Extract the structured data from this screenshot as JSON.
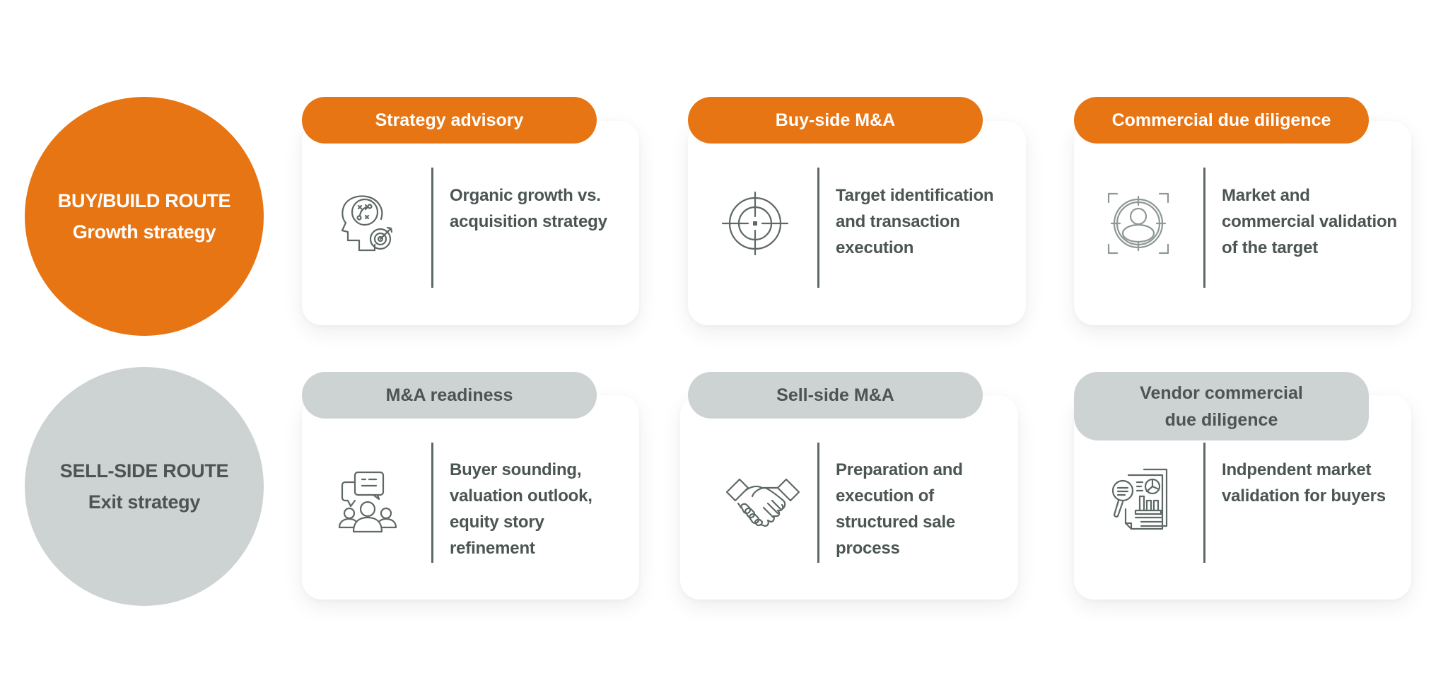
{
  "colors": {
    "accent_orange": "#E87514",
    "neutral_gray": "#CDD3D2",
    "text_dark": "#4B5553",
    "icon_stroke": "#5E6866",
    "card_bg": "#FFFFFF"
  },
  "routes": [
    {
      "id": "buy-build",
      "title": "BUY/BUILD ROUTE",
      "subtitle": "Growth strategy",
      "style": "orange",
      "services": [
        {
          "label": "Strategy advisory",
          "icon": "head-strategy-target-icon",
          "description": "Organic growth vs. acquisition strategy"
        },
        {
          "label": "Buy-side M&A",
          "icon": "crosshair-target-icon",
          "description": "Target identification and transaction execution"
        },
        {
          "label": "Commercial due diligence",
          "icon": "user-focus-target-icon",
          "description": "Market and commercial validation of the target"
        }
      ]
    },
    {
      "id": "sell-side",
      "title": "SELL-SIDE ROUTE",
      "subtitle": "Exit strategy",
      "style": "gray",
      "services": [
        {
          "label": "M&A readiness",
          "icon": "group-discussion-icon",
          "description": "Buyer sounding, valuation outlook, equity story refinement"
        },
        {
          "label": "Sell-side M&A",
          "icon": "handshake-icon",
          "description": "Preparation and execution of structured sale process"
        },
        {
          "label_lines": [
            "Vendor commercial",
            "due diligence"
          ],
          "label": "Vendor commercial due diligence",
          "icon": "report-analysis-icon",
          "description": "Indpendent market validation for buyers"
        }
      ]
    }
  ]
}
